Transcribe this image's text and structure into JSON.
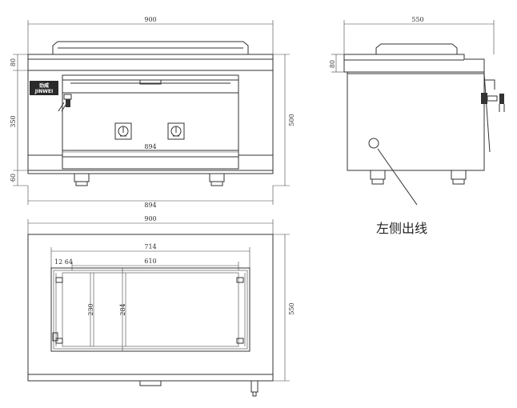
{
  "front_view": {
    "width_top": "900",
    "height_top": "80",
    "height_body": "350",
    "height_total": "500",
    "height_legs": "60",
    "width_inner": "894",
    "width_base": "894",
    "logo_line1": "劲威",
    "logo_line2": "JINWEI"
  },
  "side_view": {
    "depth": "550",
    "height_top": "80"
  },
  "top_view": {
    "width": "900",
    "inner_width": "714",
    "left_offsets": "12 64",
    "pot_width": "610",
    "inner_depth": "230",
    "outer_depth": "284",
    "depth": "550"
  },
  "annotation": {
    "cable_exit_label": "左侧出线"
  }
}
